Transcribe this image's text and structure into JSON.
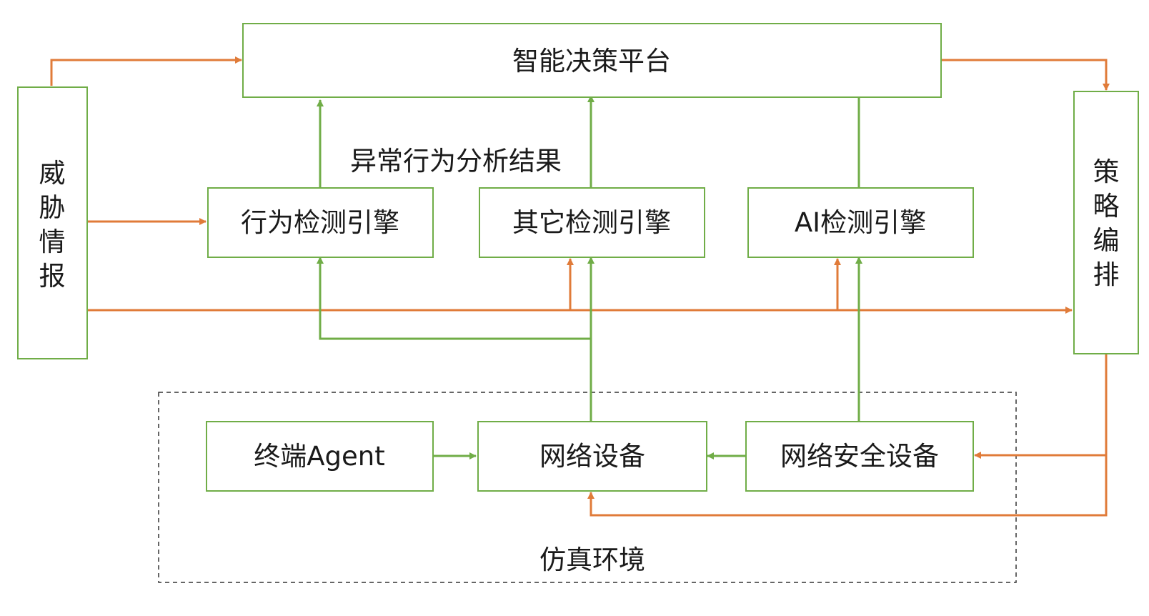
{
  "nodes": {
    "platform": "智能决策平台",
    "threat_intel": [
      "威",
      "胁",
      "情",
      "报"
    ],
    "policy_orchestration": [
      "策",
      "略",
      "编",
      "排"
    ],
    "behavior_engine": "行为检测引擎",
    "other_engine": "其它检测引擎",
    "ai_engine": "AI检测引擎",
    "endpoint_agent": "终端Agent",
    "network_device": "网络设备",
    "security_device": "网络安全设备"
  },
  "labels": {
    "analysis_result": "异常行为分析结果",
    "sim_env": "仿真环境"
  },
  "colors": {
    "box_border": "#70ad47",
    "green_flow": "#70ad47",
    "orange_flow": "#e07b39",
    "text": "#1a1a1a",
    "dashed_border": "#333333"
  }
}
